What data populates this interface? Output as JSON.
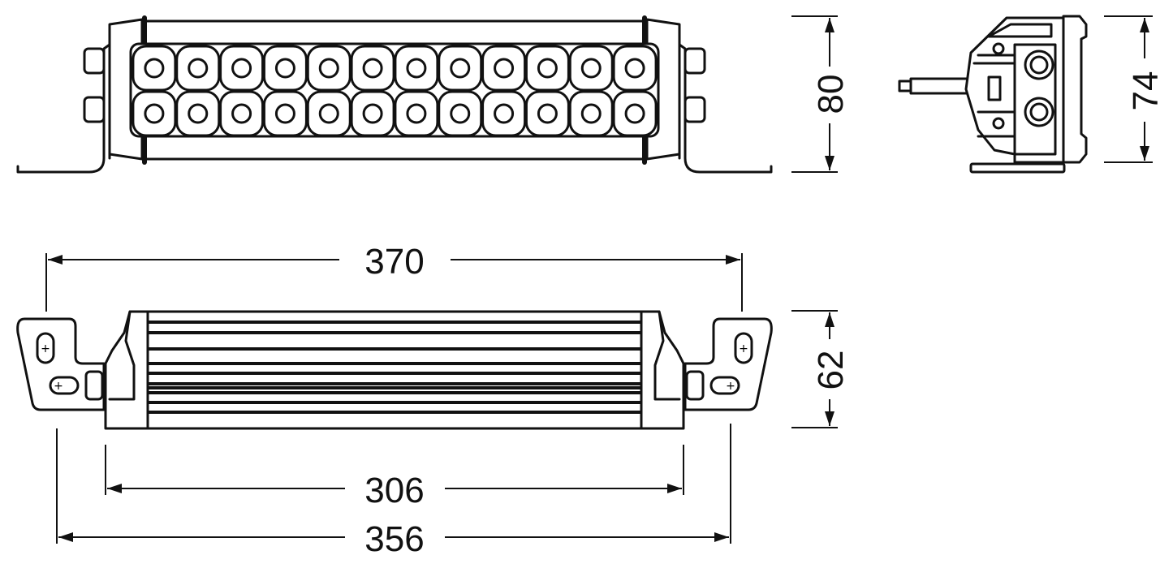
{
  "views": {
    "front": {
      "led_columns": 12,
      "led_rows": 2
    },
    "side": {},
    "top": {}
  },
  "dimensions": {
    "front_height": "80",
    "side_height": "74",
    "overall_width": "370",
    "top_depth": "62",
    "body_length": "306",
    "bracket_span": "356"
  },
  "colors": {
    "line": "#111111",
    "background": "#ffffff"
  }
}
